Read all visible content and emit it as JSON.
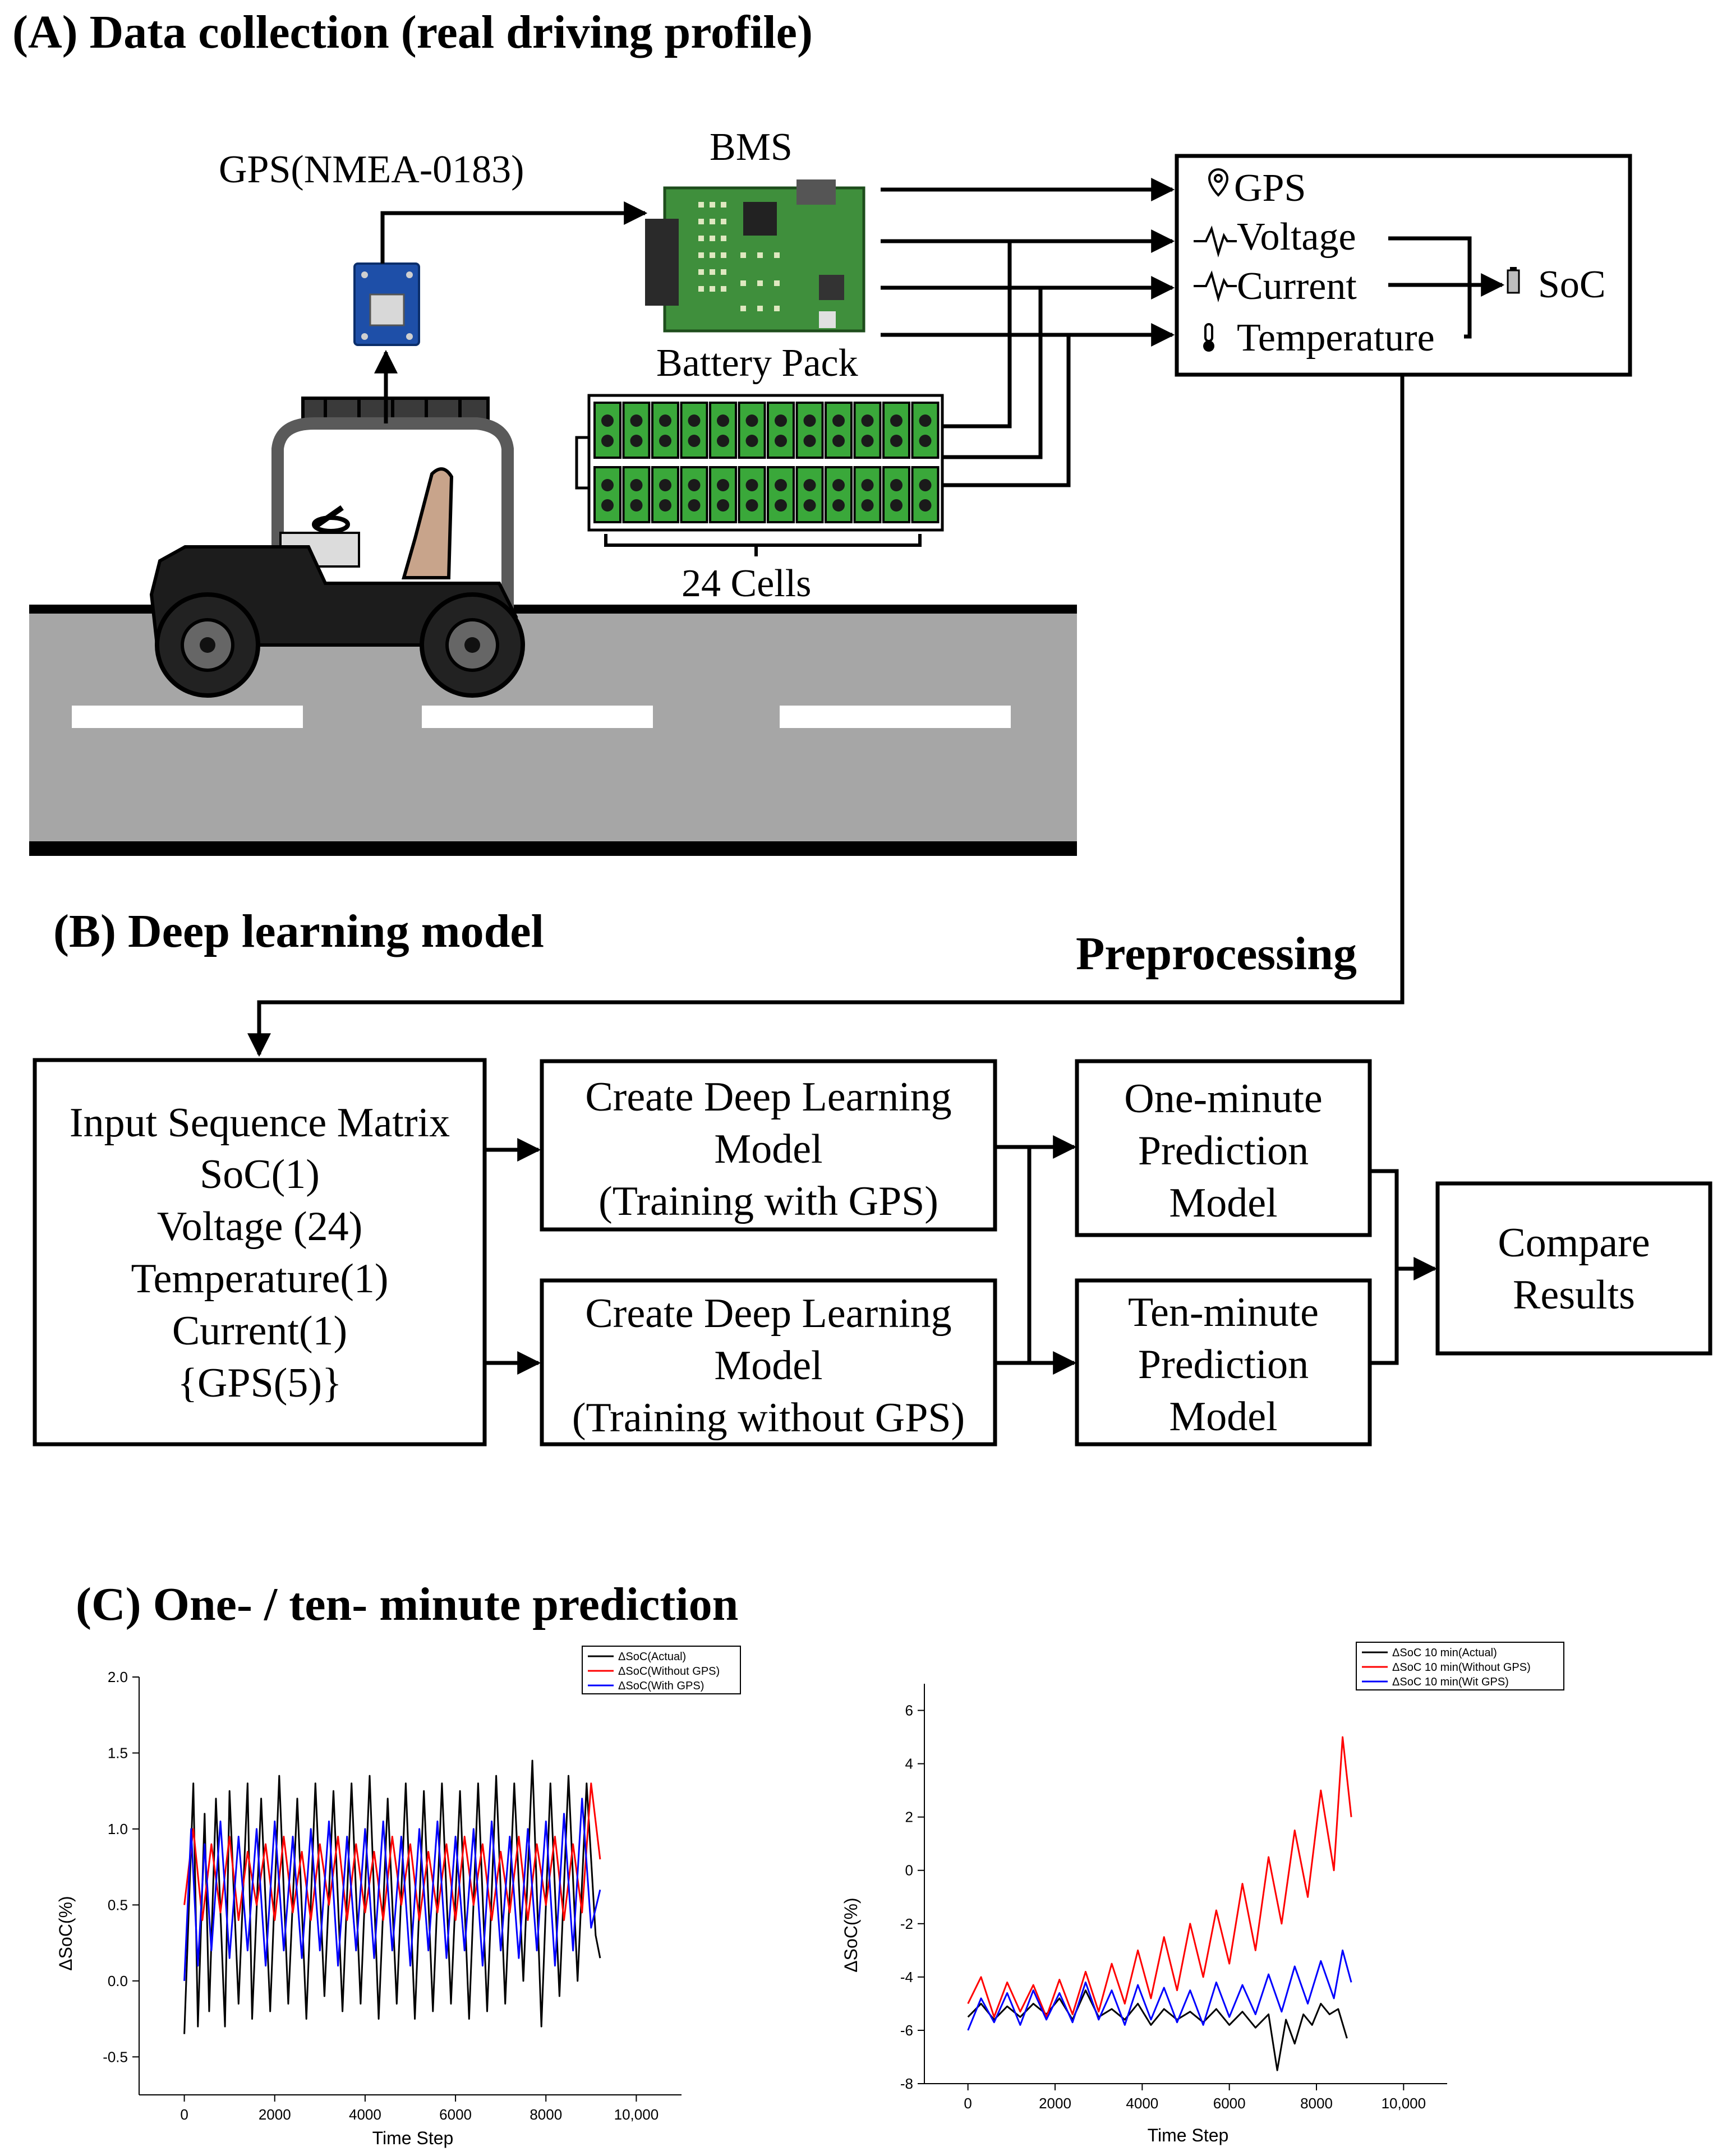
{
  "sections": {
    "a": "(A) Data collection (real driving profile)",
    "b": "(B) Deep learning model",
    "c": "(C) One- / ten- minute prediction"
  },
  "panel_a": {
    "gps_label": "GPS(NMEA-0183)",
    "bms_label": "BMS",
    "battery_pack_label": "Battery Pack",
    "cells_label": "24 Cells",
    "signals": [
      {
        "label": "GPS",
        "icon": "location-pin-icon"
      },
      {
        "label": "Voltage",
        "icon": "waveform-icon"
      },
      {
        "label": "Current",
        "icon": "waveform-icon"
      },
      {
        "label": "Temperature",
        "icon": "thermometer-icon"
      }
    ],
    "soc_label": "SoC",
    "preprocessing_label": "Preprocessing"
  },
  "panel_b": {
    "input_box": [
      "Input Sequence Matrix",
      "SoC(1)",
      "Voltage (24)",
      "Temperature(1)",
      "Current(1)",
      "{GPS(5)}"
    ],
    "create_gps": [
      "Create Deep Learning",
      "Model",
      "(Training with GPS)"
    ],
    "create_nogps": [
      "Create Deep Learning",
      "Model",
      "(Training without GPS)"
    ],
    "one_minute": [
      "One-minute",
      "Prediction",
      "Model"
    ],
    "ten_minute": [
      "Ten-minute",
      "Prediction",
      "Model"
    ],
    "compare": [
      "Compare",
      "Results"
    ]
  },
  "chart_data": [
    {
      "type": "line",
      "xlabel": "Time Step",
      "ylabel": "ΔSoC(%)",
      "xlim": [
        -1000,
        11000
      ],
      "ylim": [
        -0.75,
        2.0
      ],
      "xticks": [
        0,
        2000,
        4000,
        6000,
        8000,
        10000
      ],
      "xtick_labels": [
        "0",
        "2000",
        "4000",
        "6000",
        "8000",
        "10,000"
      ],
      "yticks": [
        -0.5,
        0.0,
        0.5,
        1.0,
        1.5,
        2.0
      ],
      "ytick_labels": [
        "-0.5",
        "0.0",
        "0.5",
        "1.0",
        "1.5",
        "2.0"
      ],
      "legend_position": "top-right",
      "series": [
        {
          "name": "ΔSoC(Actual)",
          "color": "#000000",
          "x": [
            0,
            200,
            300,
            450,
            550,
            700,
            900,
            1000,
            1200,
            1400,
            1500,
            1700,
            1900,
            2100,
            2300,
            2500,
            2700,
            2900,
            3100,
            3300,
            3500,
            3700,
            3900,
            4100,
            4300,
            4500,
            4700,
            4900,
            5100,
            5300,
            5500,
            5700,
            5900,
            6100,
            6300,
            6500,
            6700,
            6900,
            7100,
            7300,
            7500,
            7700,
            7900,
            8100,
            8300,
            8500,
            8700,
            8900,
            9100,
            9200
          ],
          "y": [
            -0.35,
            1.3,
            -0.3,
            1.1,
            -0.2,
            1.2,
            -0.3,
            1.25,
            -0.15,
            1.3,
            -0.25,
            1.2,
            -0.2,
            1.35,
            -0.15,
            1.2,
            -0.25,
            1.3,
            -0.1,
            1.25,
            -0.2,
            1.3,
            -0.15,
            1.35,
            -0.25,
            1.2,
            -0.15,
            1.3,
            -0.25,
            1.25,
            -0.2,
            1.3,
            -0.15,
            1.25,
            -0.25,
            1.3,
            -0.2,
            1.35,
            -0.15,
            1.3,
            0.0,
            1.45,
            -0.3,
            1.3,
            -0.1,
            1.35,
            0.0,
            1.3,
            0.3,
            0.15
          ]
        },
        {
          "name": "ΔSoC(Without GPS)",
          "color": "#ff0000",
          "x": [
            0,
            200,
            400,
            600,
            800,
            1000,
            1200,
            1400,
            1600,
            1800,
            2000,
            2200,
            2400,
            2600,
            2800,
            3000,
            3200,
            3400,
            3600,
            3800,
            4000,
            4200,
            4400,
            4600,
            4800,
            5000,
            5200,
            5400,
            5600,
            5800,
            6000,
            6200,
            6400,
            6600,
            6800,
            7000,
            7200,
            7400,
            7600,
            7800,
            8000,
            8200,
            8400,
            8600,
            8800,
            9000,
            9200
          ],
          "y": [
            0.5,
            1.0,
            0.4,
            0.9,
            0.45,
            0.95,
            0.4,
            0.85,
            0.5,
            0.9,
            0.4,
            0.95,
            0.45,
            0.85,
            0.4,
            0.9,
            0.5,
            0.95,
            0.4,
            0.9,
            0.45,
            0.85,
            0.4,
            0.95,
            0.5,
            0.9,
            0.4,
            0.85,
            0.45,
            0.9,
            0.4,
            0.95,
            0.5,
            0.9,
            0.4,
            0.85,
            0.45,
            0.95,
            0.4,
            0.9,
            0.5,
            0.95,
            0.4,
            0.9,
            0.45,
            1.3,
            0.8
          ]
        },
        {
          "name": "ΔSoC(With GPS)",
          "color": "#0000ff",
          "x": [
            0,
            150,
            300,
            450,
            600,
            800,
            1000,
            1200,
            1400,
            1600,
            1800,
            2000,
            2200,
            2400,
            2600,
            2800,
            3000,
            3200,
            3400,
            3600,
            3800,
            4000,
            4200,
            4400,
            4600,
            4800,
            5000,
            5200,
            5400,
            5600,
            5800,
            6000,
            6200,
            6400,
            6600,
            6800,
            7000,
            7200,
            7400,
            7600,
            7800,
            8000,
            8200,
            8400,
            8600,
            8800,
            9000,
            9200
          ],
          "y": [
            0.0,
            1.0,
            0.1,
            0.9,
            0.2,
            1.05,
            0.15,
            0.95,
            0.2,
            1.0,
            0.1,
            1.05,
            0.2,
            0.95,
            0.15,
            1.0,
            0.2,
            1.05,
            0.1,
            0.95,
            0.2,
            1.0,
            0.15,
            1.05,
            0.2,
            0.95,
            0.1,
            1.0,
            0.2,
            1.05,
            0.15,
            0.95,
            0.2,
            1.0,
            0.1,
            1.05,
            0.2,
            0.95,
            0.15,
            1.0,
            0.2,
            1.05,
            0.1,
            1.1,
            0.2,
            1.2,
            0.35,
            0.6
          ]
        }
      ]
    },
    {
      "type": "line",
      "xlabel": "Time Step",
      "ylabel": "ΔSoC(%)",
      "xlim": [
        -1000,
        11000
      ],
      "ylim": [
        -8,
        7
      ],
      "xticks": [
        0,
        2000,
        4000,
        6000,
        8000,
        10000
      ],
      "xtick_labels": [
        "0",
        "2000",
        "4000",
        "6000",
        "8000",
        "10,000"
      ],
      "yticks": [
        -8,
        -6,
        -4,
        -2,
        0,
        2,
        4,
        6
      ],
      "ytick_labels": [
        "-8",
        "-6",
        "-4",
        "-2",
        "0",
        "2",
        "4",
        "6"
      ],
      "legend_position": "top-right",
      "series": [
        {
          "name": "ΔSoC 10 min(Actual)",
          "color": "#000000",
          "x": [
            0,
            300,
            600,
            900,
            1200,
            1500,
            1800,
            2100,
            2400,
            2700,
            3000,
            3300,
            3600,
            3900,
            4200,
            4500,
            4800,
            5100,
            5400,
            5700,
            6000,
            6300,
            6600,
            6900,
            7100,
            7300,
            7500,
            7700,
            7900,
            8100,
            8300,
            8500,
            8700
          ],
          "y": [
            -5.5,
            -5.0,
            -5.6,
            -5.1,
            -5.5,
            -5.0,
            -5.4,
            -4.8,
            -5.6,
            -4.5,
            -5.5,
            -5.2,
            -5.6,
            -5.0,
            -5.8,
            -5.2,
            -5.6,
            -5.3,
            -5.7,
            -5.2,
            -5.8,
            -5.3,
            -5.9,
            -5.4,
            -7.5,
            -5.6,
            -6.5,
            -5.4,
            -5.8,
            -5.0,
            -5.4,
            -5.2,
            -6.3
          ]
        },
        {
          "name": "ΔSoC 10 min(Without GPS)",
          "color": "#ff0000",
          "x": [
            0,
            300,
            600,
            900,
            1200,
            1500,
            1800,
            2100,
            2400,
            2700,
            3000,
            3300,
            3600,
            3900,
            4200,
            4500,
            4800,
            5100,
            5400,
            5700,
            6000,
            6300,
            6600,
            6900,
            7200,
            7500,
            7800,
            8100,
            8400,
            8600,
            8800
          ],
          "y": [
            -5.0,
            -4.0,
            -5.5,
            -4.2,
            -5.3,
            -4.3,
            -5.5,
            -4.1,
            -5.4,
            -3.8,
            -5.3,
            -3.5,
            -5.0,
            -3.0,
            -4.8,
            -2.5,
            -4.5,
            -2.0,
            -4.0,
            -1.5,
            -3.5,
            -0.5,
            -3.0,
            0.5,
            -2.0,
            1.5,
            -1.0,
            3.0,
            0.0,
            5.0,
            2.0
          ]
        },
        {
          "name": "ΔSoC 10 min(Wit GPS)",
          "color": "#0000ff",
          "x": [
            0,
            300,
            600,
            900,
            1200,
            1500,
            1800,
            2100,
            2400,
            2700,
            3000,
            3300,
            3600,
            3900,
            4200,
            4500,
            4800,
            5100,
            5400,
            5700,
            6000,
            6300,
            6600,
            6900,
            7200,
            7500,
            7800,
            8100,
            8400,
            8600,
            8800
          ],
          "y": [
            -6.0,
            -4.8,
            -5.7,
            -4.6,
            -5.8,
            -4.5,
            -5.6,
            -4.6,
            -5.7,
            -4.2,
            -5.6,
            -4.5,
            -5.8,
            -4.3,
            -5.6,
            -4.4,
            -5.7,
            -4.5,
            -5.8,
            -4.2,
            -5.5,
            -4.3,
            -5.4,
            -3.9,
            -5.3,
            -3.6,
            -5.0,
            -3.4,
            -4.8,
            -3.0,
            -4.2
          ]
        }
      ]
    }
  ]
}
